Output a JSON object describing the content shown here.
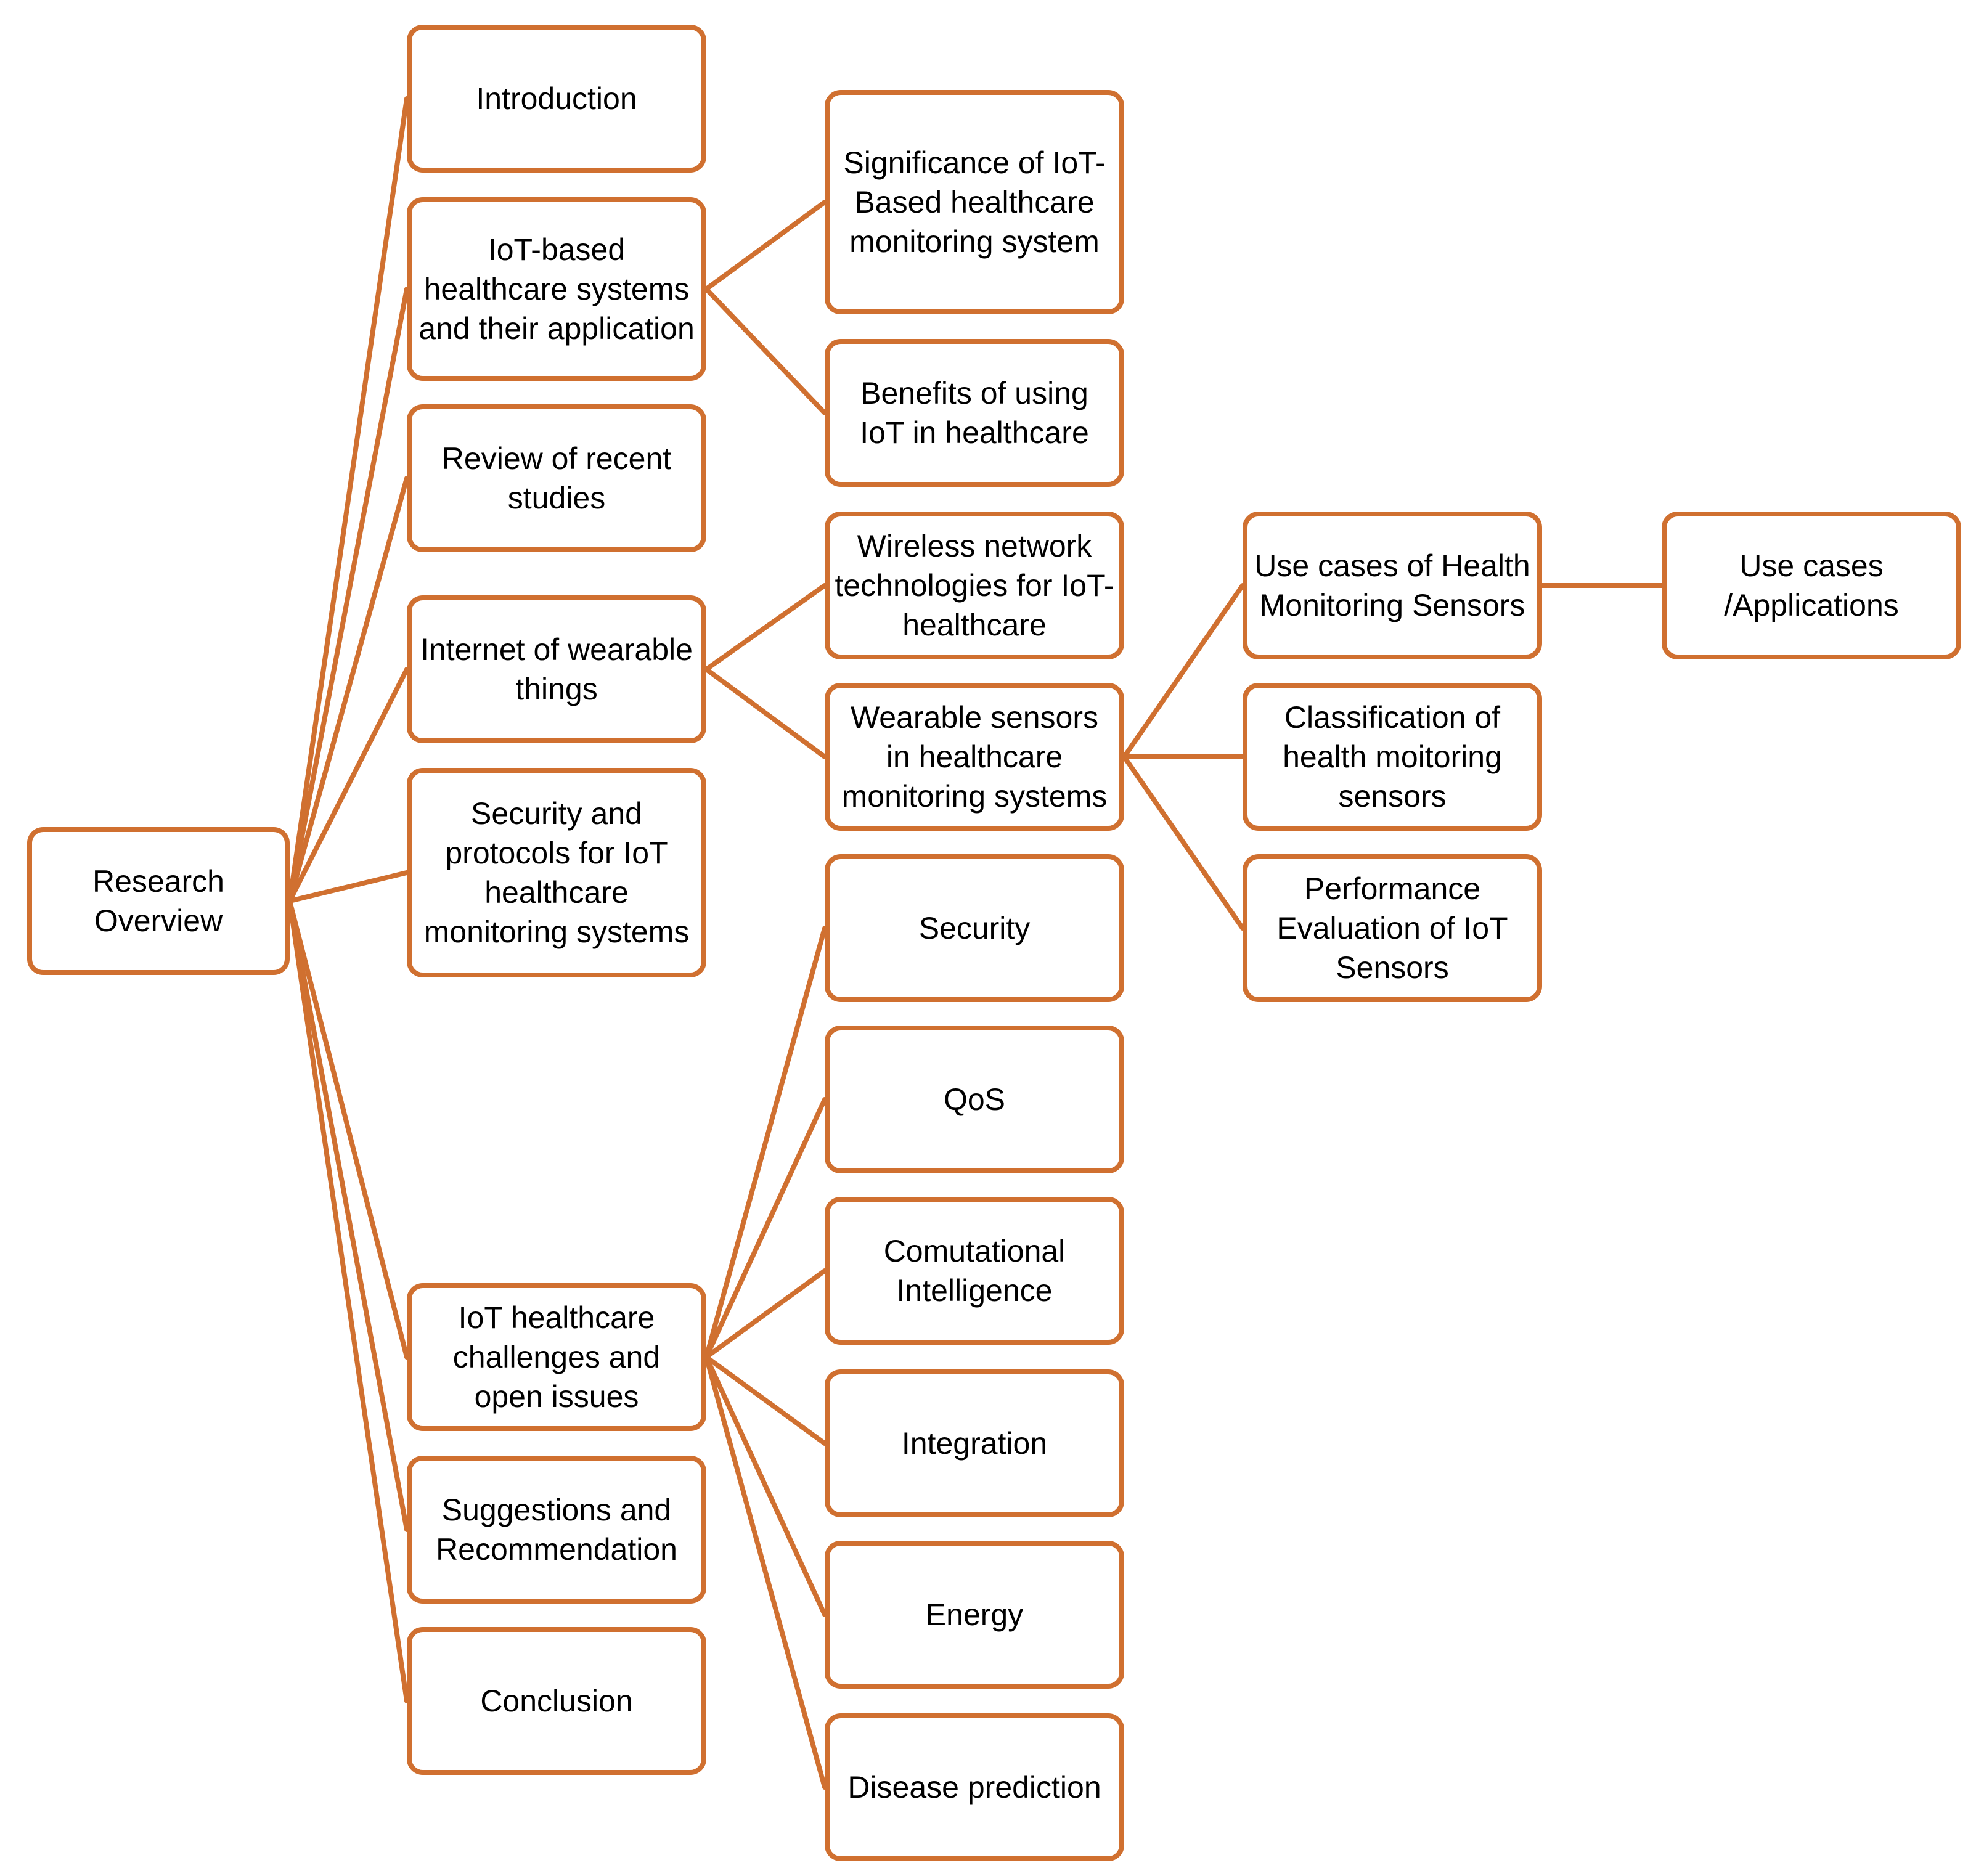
{
  "diagram": {
    "stroke_color": "#d07030",
    "nodes": {
      "root": "Research Overview",
      "introduction": "Introduction",
      "iot_systems": "IoT-based healthcare systems and their application",
      "review": "Review of recent studies",
      "iowt": "Internet of wearable things",
      "security_protocols": "Security and protocols for IoT healthcare monitoring systems",
      "challenges": "IoT healthcare challenges and open issues",
      "suggestions": "Suggestions and Recommendation",
      "conclusion": "Conclusion",
      "significance": "Significance of IoT-Based healthcare monitoring system",
      "benefits": "Benefits of using IoT in healthcare",
      "wireless": "Wireless network technologies for IoT-healthcare",
      "wearable": "Wearable sensors in healthcare monitoring systems",
      "security": "Security",
      "qos": "QoS",
      "computational": "Comutational Intelligence",
      "integration": "Integration",
      "energy": "Energy",
      "disease": "Disease prediction",
      "use_cases": "Use cases of Health Monitoring Sensors",
      "classification": "Classification of health moitoring sensors",
      "performance": "Performance Evaluation of IoT Sensors",
      "applications": "Use cases /Applications"
    }
  }
}
